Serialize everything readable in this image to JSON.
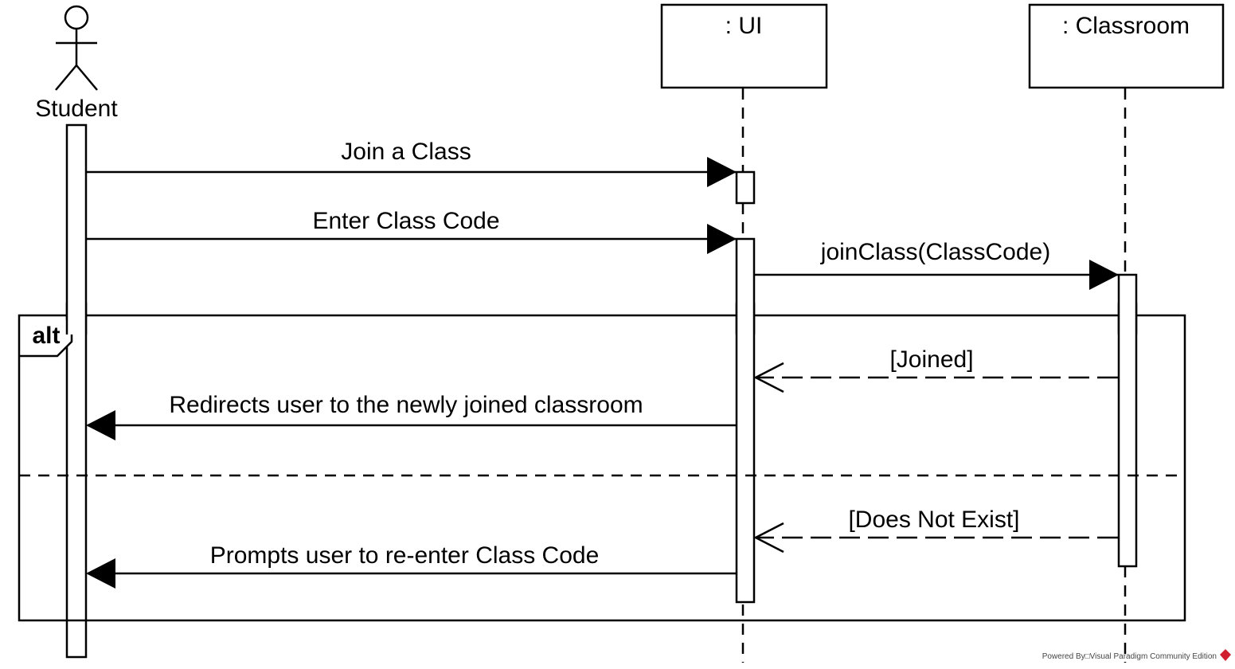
{
  "actor": {
    "name": "Student"
  },
  "lifelines": [
    {
      "id": "ui",
      "label": ": UI"
    },
    {
      "id": "classroom",
      "label": ": Classroom"
    }
  ],
  "messages": [
    {
      "from": "Student",
      "to": ": UI",
      "label": "Join a Class",
      "kind": "sync"
    },
    {
      "from": "Student",
      "to": ": UI",
      "label": "Enter Class Code",
      "kind": "sync"
    },
    {
      "from": ": UI",
      "to": ": Classroom",
      "label": "joinClass(ClassCode)",
      "kind": "sync"
    },
    {
      "from": ": Classroom",
      "to": ": UI",
      "label": "[Joined]",
      "kind": "return"
    },
    {
      "from": ": UI",
      "to": "Student",
      "label": "Redirects user to the newly joined classroom",
      "kind": "sync"
    },
    {
      "from": ": Classroom",
      "to": ": UI",
      "label": "[Does Not Exist]",
      "kind": "return"
    },
    {
      "from": ": UI",
      "to": "Student",
      "label": "Prompts user to re-enter Class Code",
      "kind": "sync"
    }
  ],
  "fragment": {
    "operator": "alt"
  },
  "footer": {
    "text": "Powered By□Visual Paradigm Community Edition"
  },
  "colors": {
    "stroke": "#000000",
    "background": "#ffffff",
    "logo": "#d02030"
  }
}
